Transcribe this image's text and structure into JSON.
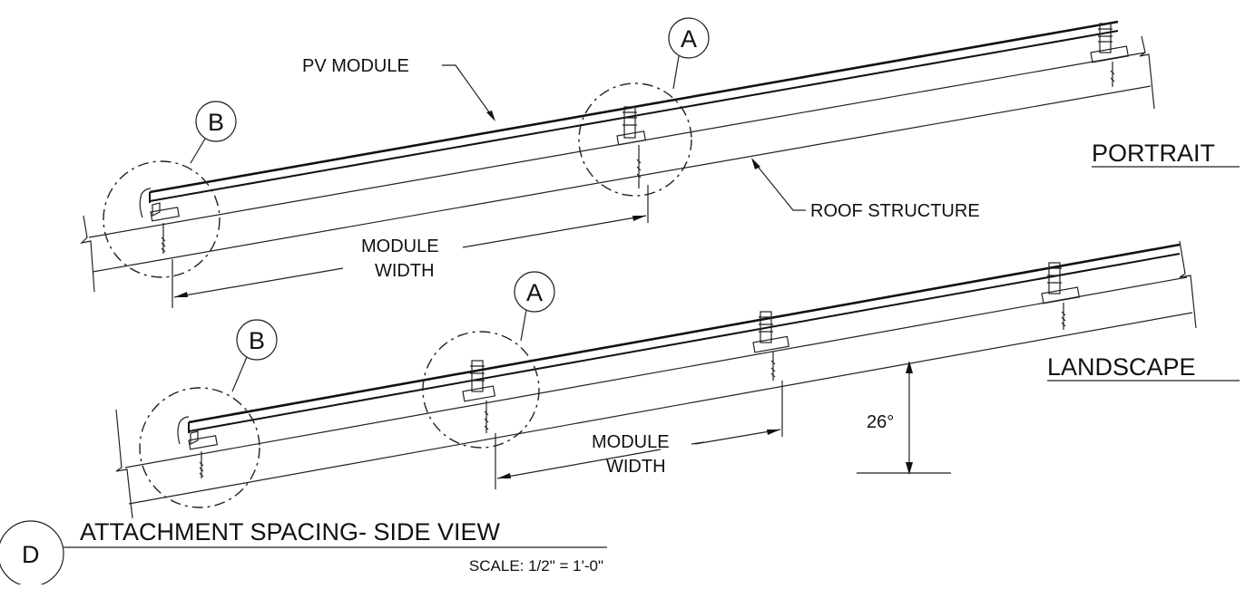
{
  "labels": {
    "pv_module": "PV MODULE",
    "roof_structure": "ROOF STRUCTURE",
    "portrait": "PORTRAIT",
    "landscape": "LANDSCAPE",
    "module_width_line1": "MODULE",
    "module_width_line2": "WIDTH",
    "angle": "26°",
    "detail_a": "A",
    "detail_b": "B"
  },
  "title_block": {
    "detail_id": "D",
    "title": "ATTACHMENT SPACING- SIDE VIEW",
    "scale": "SCALE: 1/2\" = 1'-0\""
  }
}
